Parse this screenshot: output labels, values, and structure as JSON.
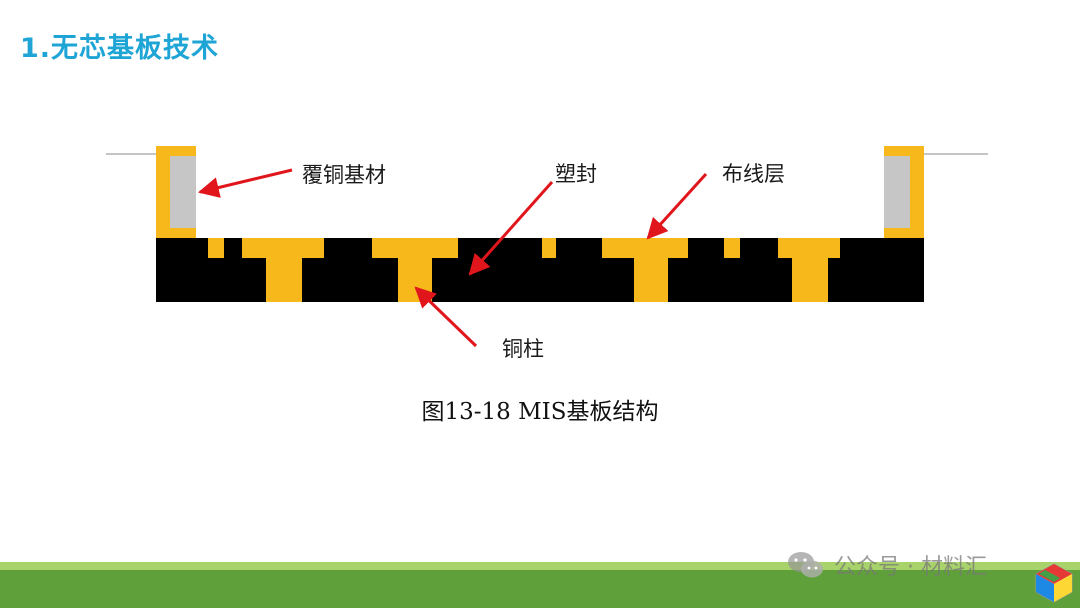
{
  "slide": {
    "title": "1.无芯基板技术"
  },
  "diagram": {
    "labels": {
      "copper_clad": "覆铜基材",
      "mold": "塑封",
      "wiring_layer": "布线层",
      "copper_pillar": "铜柱"
    },
    "caption": "图13-18  MIS基板结构",
    "colors": {
      "mold": "#000000",
      "copper": "#f7b81b",
      "substrate_core": "#c6c6c6",
      "arrow": "#e0161c",
      "title": "#1ea5d6"
    }
  },
  "watermark": {
    "text": "公众号 · 材料汇",
    "icon": "wechat-icon"
  },
  "footer": {
    "colors": [
      "#a8d36a",
      "#5fa03a"
    ]
  }
}
